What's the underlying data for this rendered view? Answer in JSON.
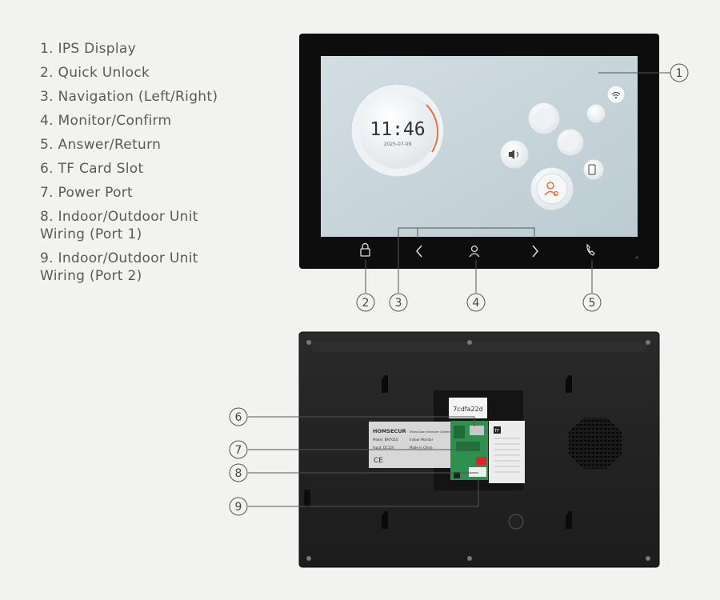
{
  "legend": {
    "items": [
      "1. IPS Display",
      "2. Quick Unlock",
      "3. Navigation (Left/Right)",
      "4. Monitor/Confirm",
      "5. Answer/Return",
      "6. TF Card Slot",
      "7. Power Port",
      "8. Indoor/Outdoor Unit Wiring (Port 1)",
      "9. Indoor/Outdoor Unit Wiring (Port 2)"
    ]
  },
  "screen": {
    "clock_time": "11:46",
    "clock_date": "2025-07-09"
  },
  "callouts": [
    "1",
    "2",
    "3",
    "4",
    "5",
    "6",
    "7",
    "8",
    "9"
  ],
  "back": {
    "sticker_code": "7cdfa22d",
    "label_brand": "HOMSECUR",
    "label_subtitle": "Video Door Intercom System",
    "label_model": "Model: BM702D",
    "label_type": "Indoor Monitor",
    "label_input": "Input: DC12V",
    "label_origin": "Made in China",
    "tf_label": "TF"
  },
  "colors": {
    "background": "#f2f2f1",
    "bezel": "#0d0d0d",
    "screen": "#c9d6dc",
    "accent": "#e2733a",
    "callout": "#555555"
  }
}
